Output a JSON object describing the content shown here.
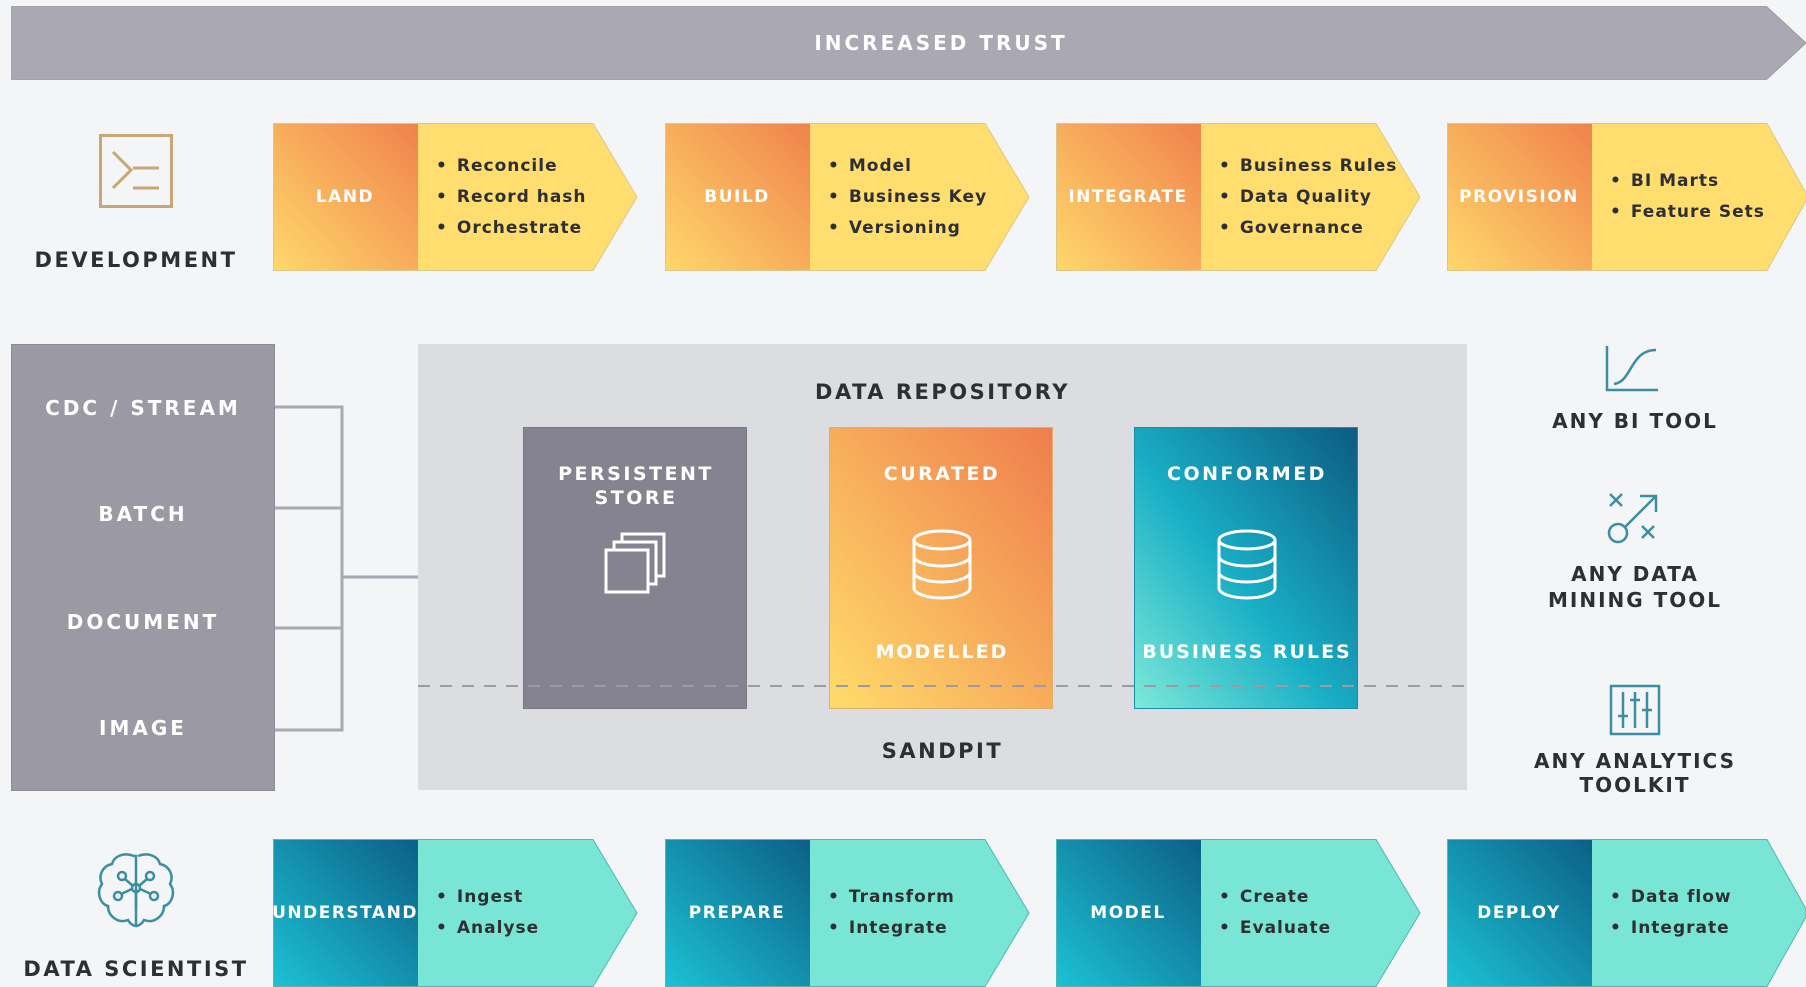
{
  "banner": {
    "label": "INCREASED TRUST"
  },
  "development": {
    "label": "DEVELOPMENT",
    "icon": "terminal-prompt-icon",
    "stages": [
      {
        "name": "LAND",
        "items": [
          "Reconcile",
          "Record hash",
          "Orchestrate"
        ]
      },
      {
        "name": "BUILD",
        "items": [
          "Model",
          "Business Key",
          "Versioning"
        ]
      },
      {
        "name": "INTEGRATE",
        "items": [
          "Business Rules",
          "Data Quality",
          "Governance"
        ]
      },
      {
        "name": "PROVISION",
        "items": [
          "BI Marts",
          "Feature Sets"
        ]
      }
    ]
  },
  "sources": [
    "CDC / STREAM",
    "BATCH",
    "DOCUMENT",
    "IMAGE"
  ],
  "repository": {
    "title": "DATA REPOSITORY",
    "sandpit": "SANDPIT",
    "stores": [
      {
        "title_line1": "PERSISTENT",
        "title_line2": "STORE",
        "bottom": "",
        "icon": "stacked-layers-icon"
      },
      {
        "title_line1": "CURATED",
        "title_line2": "",
        "bottom": "MODELLED",
        "icon": "database-icon"
      },
      {
        "title_line1": "CONFORMED",
        "title_line2": "",
        "bottom": "BUSINESS RULES",
        "icon": "database-icon"
      }
    ]
  },
  "tools": [
    {
      "line1": "ANY BI TOOL",
      "line2": "",
      "icon": "line-chart-icon"
    },
    {
      "line1": "ANY DATA",
      "line2": "MINING TOOL",
      "icon": "strategy-play-icon"
    },
    {
      "line1": "ANY ANALYTICS",
      "line2": "TOOLKIT",
      "icon": "sliders-icon"
    }
  ],
  "data_scientist": {
    "label": "DATA SCIENTIST",
    "icon": "brain-icon",
    "stages": [
      {
        "name": "UNDERSTAND",
        "items": [
          "Ingest",
          "Analyse"
        ]
      },
      {
        "name": "PREPARE",
        "items": [
          "Transform",
          "Integrate"
        ]
      },
      {
        "name": "MODEL",
        "items": [
          "Create",
          "Evaluate"
        ]
      },
      {
        "name": "DEPLOY",
        "items": [
          "Data flow",
          "Integrate"
        ]
      }
    ]
  },
  "colors": {
    "banner": "#a9a8b3",
    "warm_start": "#ffd86b",
    "warm_end": "#f0824c",
    "cool_start": "#1cb8cf",
    "cool_end": "#0c5f86",
    "mint": "#79e6d5",
    "yellow": "#ffdd6f",
    "dark_grey": "#85838f",
    "source_grey": "#9a99a4"
  }
}
